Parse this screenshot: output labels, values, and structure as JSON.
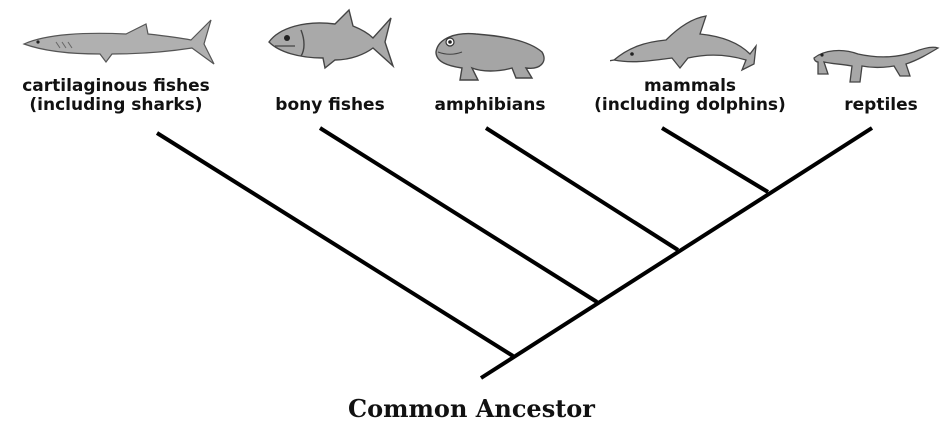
{
  "taxa": [
    {
      "line1": "cartilaginous fishes",
      "line2": "(including sharks)",
      "icon": "shark-icon"
    },
    {
      "line1": "bony fishes",
      "line2": "",
      "icon": "bony-fish-icon"
    },
    {
      "line1": "amphibians",
      "line2": "",
      "icon": "frog-icon"
    },
    {
      "line1": "mammals",
      "line2": "(including dolphins)",
      "icon": "dolphin-icon"
    },
    {
      "line1": "reptiles",
      "line2": "",
      "icon": "lizard-icon"
    }
  ],
  "root_label": "Common Ancestor",
  "colors": {
    "branch": "#000000",
    "illustration": "#a8a8a8",
    "text": "#111111"
  }
}
